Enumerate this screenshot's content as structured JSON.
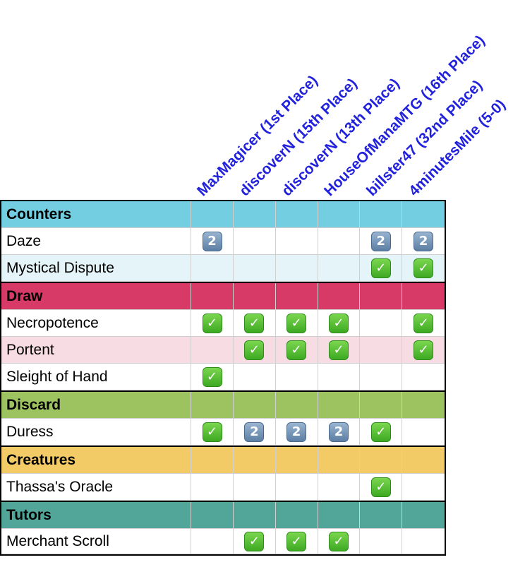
{
  "columns": [
    "MaxMagicer (1st Place)",
    "discoverN (15th Place)",
    "discoverN (13th Place)",
    "HouseOfManaMTG (16th Place)",
    "billster47 (32nd Place)",
    "4minutesMile (5-0)"
  ],
  "sections": [
    {
      "category": "Counters",
      "color": "#72cee0",
      "cards": [
        {
          "name": "Daze",
          "bg": "#ffffff",
          "marks": [
            "2",
            "",
            "",
            "",
            "2",
            "2"
          ]
        },
        {
          "name": "Mystical Dispute",
          "bg": "#e5f4f8",
          "marks": [
            "",
            "",
            "",
            "",
            "✓",
            "✓"
          ]
        }
      ]
    },
    {
      "category": "Draw",
      "color": "#d73a66",
      "cards": [
        {
          "name": "Necropotence",
          "bg": "#ffffff",
          "marks": [
            "✓",
            "✓",
            "✓",
            "✓",
            "",
            "✓"
          ]
        },
        {
          "name": "Portent",
          "bg": "#f7dce4",
          "marks": [
            "",
            "✓",
            "✓",
            "✓",
            "",
            "✓"
          ]
        },
        {
          "name": "Sleight of Hand",
          "bg": "#ffffff",
          "marks": [
            "✓",
            "",
            "",
            "",
            "",
            ""
          ]
        }
      ]
    },
    {
      "category": "Discard",
      "color": "#9dc260",
      "cards": [
        {
          "name": "Duress",
          "bg": "#ffffff",
          "marks": [
            "✓",
            "2",
            "2",
            "2",
            "✓",
            ""
          ]
        }
      ]
    },
    {
      "category": "Creatures",
      "color": "#f2ca66",
      "cards": [
        {
          "name": "Thassa's Oracle",
          "bg": "#ffffff",
          "marks": [
            "",
            "",
            "",
            "",
            "✓",
            ""
          ]
        }
      ]
    },
    {
      "category": "Tutors",
      "color": "#52a599",
      "cards": [
        {
          "name": "Merchant Scroll",
          "bg": "#ffffff",
          "marks": [
            "",
            "✓",
            "✓",
            "✓",
            "",
            ""
          ]
        }
      ]
    }
  ],
  "icons": {
    "check": "check-mark-icon",
    "two": "number-two-icon"
  }
}
